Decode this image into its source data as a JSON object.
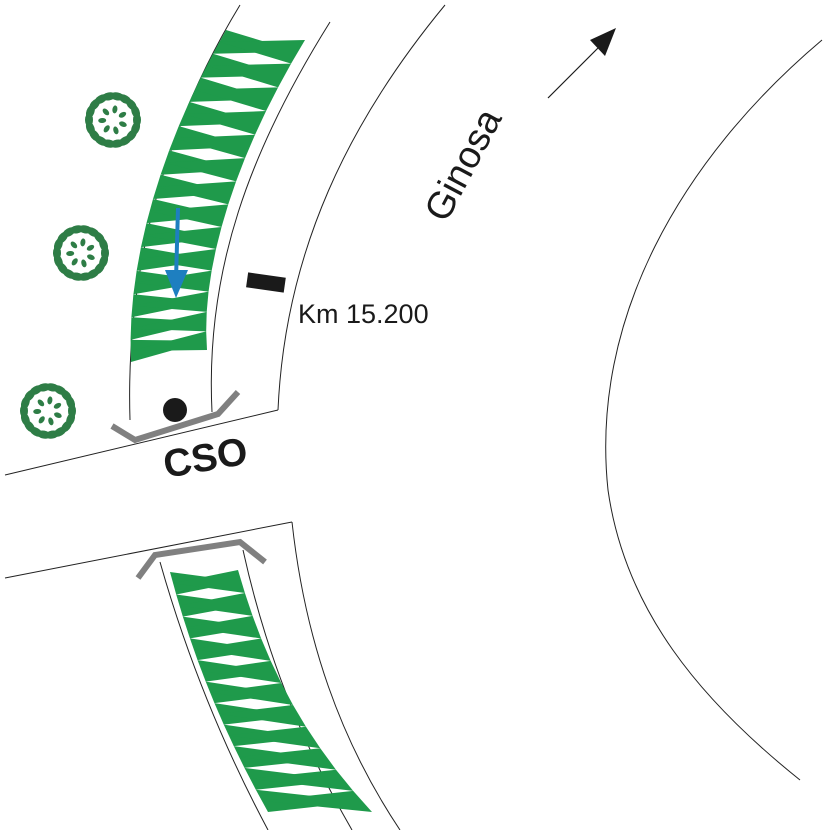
{
  "labels": {
    "direction": "Ginosa",
    "kilometer": "Km 15.200",
    "outfall": "CSO"
  },
  "colors": {
    "vegetation": "#1f9a4b",
    "tree_leaf": "#2e7d46",
    "flow_arrow": "#1e7fc0",
    "barrier": "#808080",
    "line": "#222222",
    "marker": "#1a1a1a"
  },
  "icons": {
    "direction": "arrow-icon",
    "flow": "flow-arrow-icon",
    "tree": "tree-icon",
    "outfall": "outfall-dot-icon",
    "kilometer": "kilometer-marker-icon"
  }
}
